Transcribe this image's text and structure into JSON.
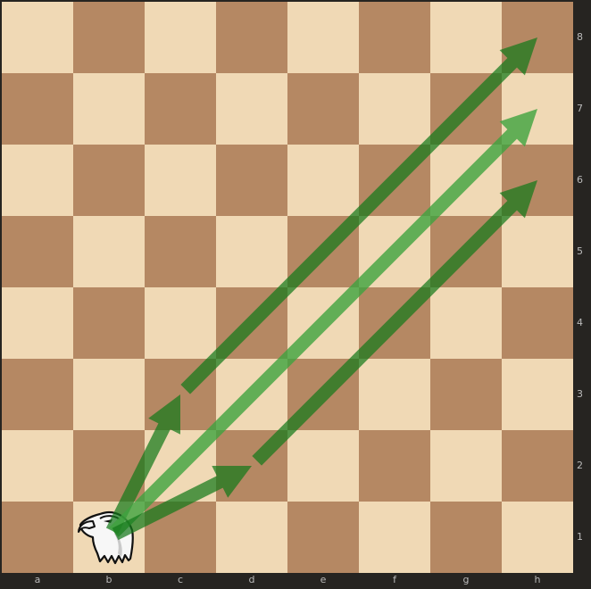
{
  "board": {
    "files": [
      "a",
      "b",
      "c",
      "d",
      "e",
      "f",
      "g",
      "h"
    ],
    "ranks": [
      "8",
      "7",
      "6",
      "5",
      "4",
      "3",
      "2",
      "1"
    ],
    "colors": {
      "light": "#f0d9b5",
      "dark": "#b58863",
      "arrow_dark": "#15781b",
      "arrow_light": "#3fa33f",
      "frame": "#262421",
      "coord_text": "#bababa"
    }
  },
  "pieces": [
    {
      "square": "b1",
      "type": "eagle-head",
      "color": "white"
    }
  ],
  "arrows": [
    {
      "from": "b1",
      "to": "c3",
      "style": "dark"
    },
    {
      "from": "c3",
      "to": "h8",
      "style": "dark"
    },
    {
      "from": "b1",
      "to": "h7",
      "style": "light"
    },
    {
      "from": "b1",
      "to": "d2",
      "style": "dark"
    },
    {
      "from": "d2",
      "to": "h6",
      "style": "dark"
    }
  ]
}
